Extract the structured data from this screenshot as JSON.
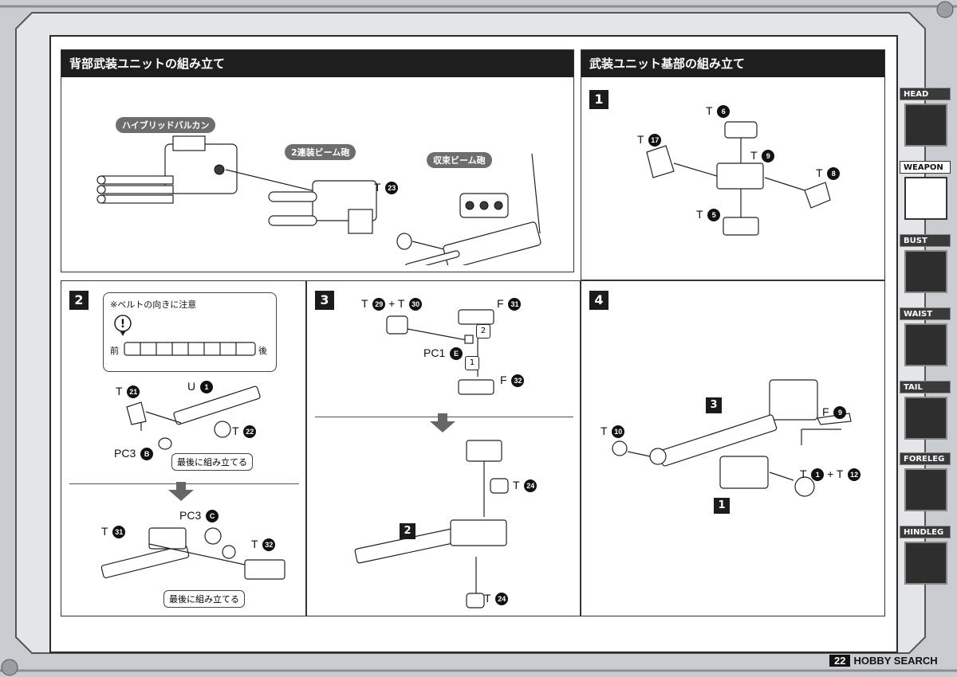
{
  "panels": {
    "back_weapon": {
      "title": "背部武装ユニットの組み立て",
      "labels": {
        "hybrid_vulcan": "ハイブリッドバルカン",
        "twin_beam": "2連装ビーム砲",
        "focus_beam": "収束ビーム砲"
      },
      "parts": [
        {
          "letter": "T",
          "num": "23"
        }
      ]
    },
    "weapon_base": {
      "title": "武装ユニット基部の組み立て",
      "step": "1",
      "parts": [
        {
          "letter": "T",
          "num": "6"
        },
        {
          "letter": "T",
          "num": "17"
        },
        {
          "letter": "T",
          "num": "9"
        },
        {
          "letter": "T",
          "num": "8"
        },
        {
          "letter": "T",
          "num": "5"
        }
      ]
    },
    "step2": {
      "step": "2",
      "callout_note": "※ベルトの向きに注意",
      "front": "前",
      "rear": "後",
      "build_last": "最後に組み立てる",
      "build_last_2": "最後に組み立てる",
      "parts_top": [
        {
          "letter": "T",
          "num": "21"
        },
        {
          "letter": "U",
          "num": "1"
        },
        {
          "letter": "T",
          "num": "22"
        },
        {
          "letter": "PC3",
          "num": "B"
        }
      ],
      "parts_bottom": [
        {
          "letter": "T",
          "num": "31"
        },
        {
          "letter": "PC3",
          "num": "C"
        },
        {
          "letter": "T",
          "num": "32"
        }
      ]
    },
    "step3": {
      "step": "3",
      "sub_step": "2",
      "parts_top": [
        {
          "letter": "T",
          "num": "29"
        },
        {
          "letter": "T",
          "num": "30"
        },
        {
          "letter": "F",
          "num": "31"
        },
        {
          "letter": "PC1",
          "num": "E"
        },
        {
          "letter": "F",
          "num": "32"
        }
      ],
      "hex_order": [
        "2",
        "1"
      ],
      "plus": "+",
      "parts_bottom": [
        {
          "letter": "T",
          "num": "24"
        },
        {
          "letter": "T",
          "num": "24"
        }
      ]
    },
    "step4": {
      "step": "4",
      "sub_step_a": "3",
      "sub_step_b": "1",
      "plus": "+",
      "parts": [
        {
          "letter": "T",
          "num": "10"
        },
        {
          "letter": "F",
          "num": "9"
        },
        {
          "letter": "T",
          "num": "1"
        },
        {
          "letter": "T",
          "num": "12"
        }
      ]
    }
  },
  "side_tabs": [
    {
      "label": "HEAD",
      "active": false
    },
    {
      "label": "WEAPON",
      "active": true
    },
    {
      "label": "BUST",
      "active": false
    },
    {
      "label": "WAIST",
      "active": false
    },
    {
      "label": "TAIL",
      "active": false
    },
    {
      "label": "FORELEG",
      "active": false
    },
    {
      "label": "HINDLEG",
      "active": false
    }
  ],
  "footer": {
    "page": "22",
    "brand": "HOBBY SEARCH"
  },
  "colors": {
    "header_bg": "#1e1e1e",
    "frame": "#bfc3c7",
    "tab_dark": "#3a3a3a"
  }
}
